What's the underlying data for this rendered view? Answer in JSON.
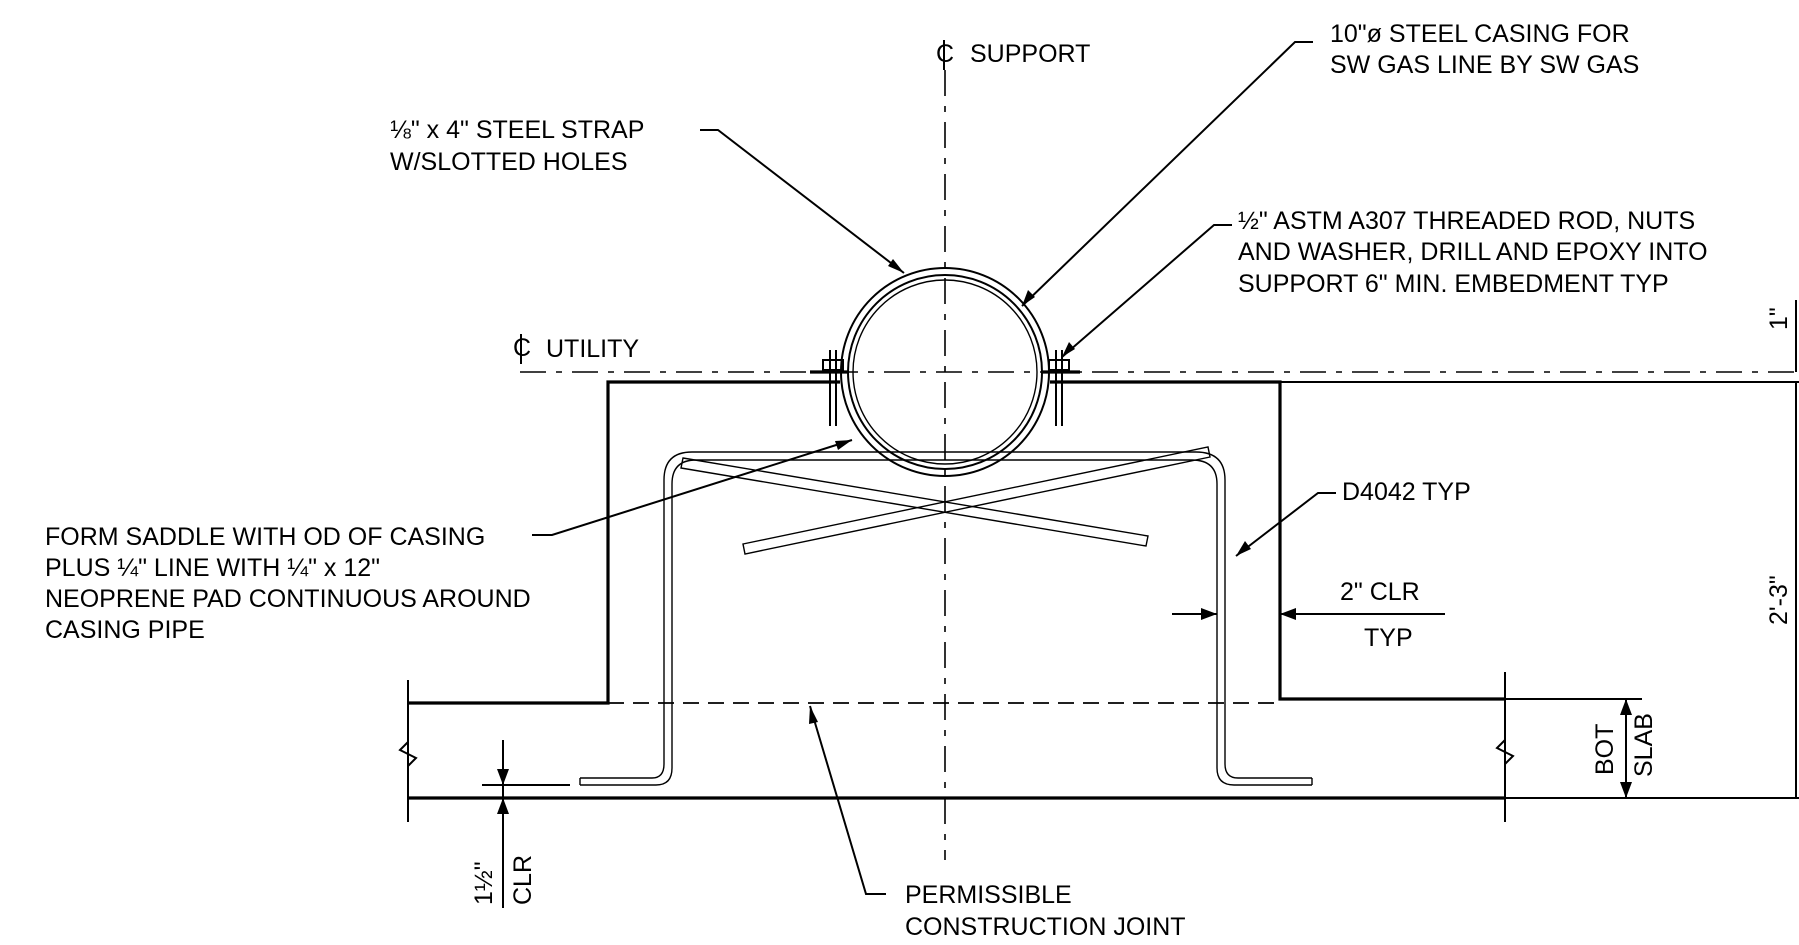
{
  "labels": {
    "cl_support": "SUPPORT",
    "cl_utility": "UTILITY",
    "casing_line1": "10\"ø STEEL CASING FOR",
    "casing_line2": "SW GAS LINE BY SW GAS",
    "strap_line1": "⅛\" x 4\" STEEL STRAP",
    "strap_line2": "W/SLOTTED HOLES",
    "rod_line1": "½\" ASTM A307 THREADED ROD, NUTS",
    "rod_line2": "AND WASHER, DRILL AND EPOXY INTO",
    "rod_line3": "SUPPORT 6\" MIN. EMBEDMENT TYP",
    "saddle_line1": "FORM SADDLE WITH OD OF CASING",
    "saddle_line2": "PLUS ¼\" LINE WITH ¼\" x 12\"",
    "saddle_line3": "NEOPRENE PAD CONTINUOUS AROUND",
    "saddle_line4": "CASING PIPE",
    "rebar": "D4042 TYP",
    "clr_top": "2\" CLR",
    "clr_bottom": "TYP",
    "joint_line1": "PERMISSIBLE",
    "joint_line2": "CONSTRUCTION JOINT",
    "dim_1in": "1\"",
    "dim_height": "2'-3\"",
    "bot": "BOT",
    "slab": "SLAB",
    "dim_clr_val": "1½\"",
    "dim_clr": "CLR"
  }
}
